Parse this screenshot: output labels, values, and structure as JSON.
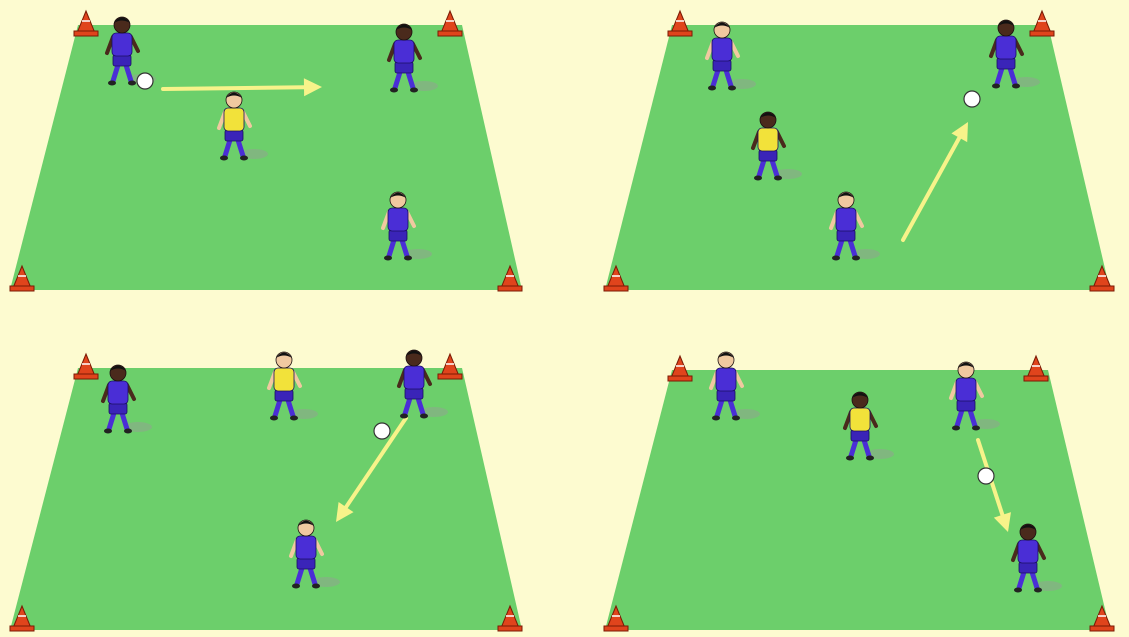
{
  "colors": {
    "background": "#fdfbd0",
    "pitch": "#6ccf6b",
    "cone": "#e0441c",
    "cone_stripe": "#ffffff",
    "blue_kit": "#4a2ed6",
    "blue_shorts": "#3a24b8",
    "yellow_kit": "#f2e23a",
    "skin_dark": "#4a2a1c",
    "skin_light": "#f0c9a0",
    "ball": "#ffffff",
    "arrow": "#f7f38a",
    "shadow": "#9a9a9a"
  },
  "panels": [
    {
      "id": "top-left",
      "arrow": {
        "from": "passer-to-right",
        "style": "straight"
      },
      "players": [
        {
          "role": "passer",
          "kit": "blue",
          "has_ball": true
        },
        {
          "role": "defender",
          "kit": "yellow"
        },
        {
          "role": "receiver",
          "kit": "blue"
        },
        {
          "role": "support",
          "kit": "blue"
        }
      ]
    },
    {
      "id": "top-right",
      "arrow": {
        "from": "bottom-player-to-top-right",
        "style": "straight"
      },
      "players": [
        {
          "role": "support",
          "kit": "blue"
        },
        {
          "role": "defender",
          "kit": "yellow"
        },
        {
          "role": "passer",
          "kit": "blue"
        },
        {
          "role": "receiver",
          "kit": "blue",
          "has_ball": true
        }
      ]
    },
    {
      "id": "bottom-left",
      "arrow": {
        "from": "top-right-to-bottom-center",
        "style": "straight"
      },
      "players": [
        {
          "role": "support",
          "kit": "blue"
        },
        {
          "role": "defender",
          "kit": "yellow"
        },
        {
          "role": "passer",
          "kit": "blue"
        },
        {
          "role": "receiver",
          "kit": "blue"
        }
      ]
    },
    {
      "id": "bottom-right",
      "arrow": {
        "from": "top-right-to-bottom-right",
        "style": "straight"
      },
      "players": [
        {
          "role": "support",
          "kit": "blue"
        },
        {
          "role": "defender",
          "kit": "yellow"
        },
        {
          "role": "passer",
          "kit": "blue"
        },
        {
          "role": "receiver",
          "kit": "blue"
        }
      ]
    }
  ]
}
